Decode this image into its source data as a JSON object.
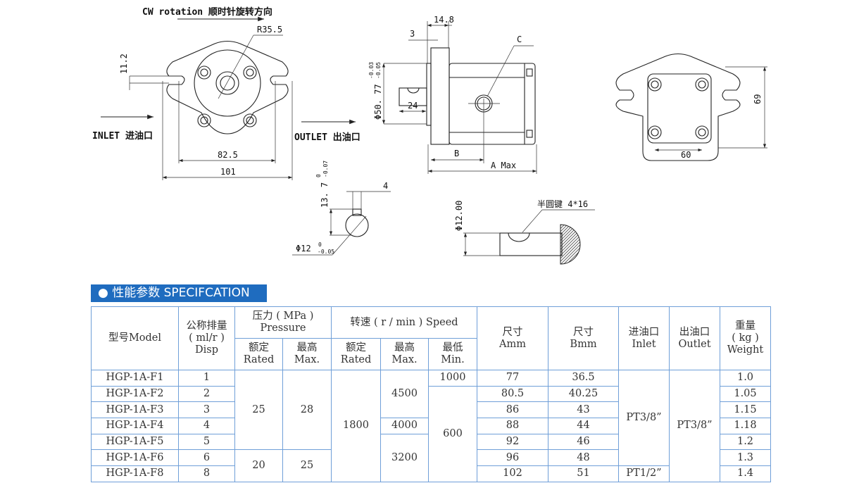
{
  "drawing": {
    "rotation": "CW rotation  顺时针旋转方向",
    "inlet": "INLET 进油口",
    "outlet": "OUTLET 出油口",
    "r": "R35.5",
    "d11": "11.2",
    "d82": "82.5",
    "d101": "101",
    "d148": "14.8",
    "d3": "3",
    "phi50": "Φ50. 77",
    "phi50_tol_up": "-0.03",
    "phi50_tol_lo": "-0.05",
    "d24": "24",
    "c": "C",
    "b": "B",
    "amax": "A Max",
    "d69": "69",
    "d60": "60",
    "d4": "4",
    "d137": "13. 7",
    "d137_tol_up": "0",
    "d137_tol_lo": "-0.07",
    "phi12": "Φ12",
    "phi12_tol_up": "0",
    "phi12_tol_lo": "-0.05",
    "phi1200": "Φ12.00",
    "key": "半圆键 4*16"
  },
  "spec": {
    "title": "● 性能参数 SPECIFCATION",
    "headers": {
      "model": "型号Model",
      "disp1": "公称排量",
      "disp2": "( ml/r )",
      "disp3": "Disp",
      "pressure1": "压力 ( MPa )",
      "pressure2": "Pressure",
      "speed": "转速 ( r / min ) Speed",
      "rated_cn": "额定",
      "rated_en": "Rated",
      "max_cn": "最高",
      "max_en": "Max.",
      "min_cn": "最低",
      "min_en": "Min.",
      "a_cn": "尺寸",
      "a_en": "Amm",
      "b_cn": "尺寸",
      "b_en": "Bmm",
      "inlet_cn": "进油口",
      "inlet_en": "Inlet",
      "outlet_cn": "出油口",
      "outlet_en": "Outlet",
      "weight_cn": "重量",
      "weight_unit": "( kg )",
      "weight_en": "Weight"
    },
    "rows": [
      {
        "model": "HGP-1A-F1",
        "disp": "1",
        "a": "77",
        "b": "36.5",
        "weight": "1.0"
      },
      {
        "model": "HGP-1A-F2",
        "disp": "2",
        "a": "80.5",
        "b": "40.25",
        "weight": "1.05"
      },
      {
        "model": "HGP-1A-F3",
        "disp": "3",
        "a": "86",
        "b": "43",
        "weight": "1.15"
      },
      {
        "model": "HGP-1A-F4",
        "disp": "4",
        "a": "88",
        "b": "44",
        "weight": "1.18"
      },
      {
        "model": "HGP-1A-F5",
        "disp": "5",
        "a": "92",
        "b": "46",
        "weight": "1.2"
      },
      {
        "model": "HGP-1A-F6",
        "disp": "6",
        "a": "96",
        "b": "48",
        "weight": "1.3"
      },
      {
        "model": "HGP-1A-F8",
        "disp": "8",
        "a": "102",
        "b": "51",
        "weight": "1.4"
      }
    ],
    "merged": {
      "p_rated_a": "25",
      "p_rated_b": "20",
      "p_max_a": "28",
      "p_max_b": "25",
      "s_rated": "1800",
      "s_max_a": "4500",
      "s_max_b": "4000",
      "s_max_c": "3200",
      "s_min_a": "1000",
      "s_min_b": "600",
      "inlet_a": "PT3/8”",
      "inlet_b": "PT1/2”",
      "outlet": "PT3/8”"
    }
  }
}
